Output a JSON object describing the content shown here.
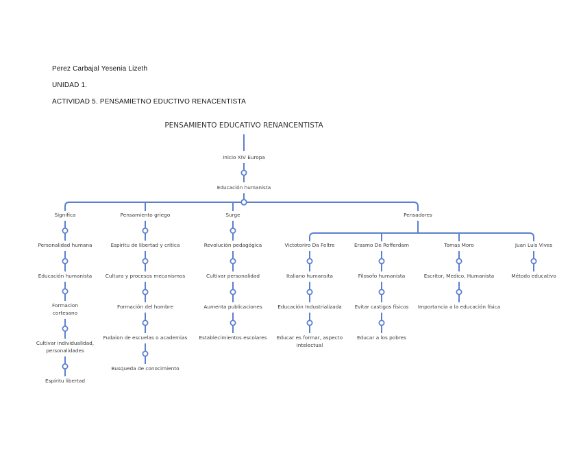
{
  "header": {
    "author": "Perez Carbajal Yesenia Lizeth",
    "unit": "UNIDAD 1.",
    "activity": "ACTIVIDAD 5. PENSAMIETNO EDUCTIVO RENACENTISTA"
  },
  "diagram": {
    "title": "PENSAMIENTO EDUCATIVO RENANCENTISTA",
    "root_chain": [
      "Inicio XIV Europa",
      "Educación humanista"
    ],
    "branches": [
      {
        "label": "Significa",
        "items": [
          "Personalidad humana",
          "Educación humanista",
          [
            "Formacion",
            "cortesano"
          ],
          [
            "Cultivar individualidad,",
            "personalidades"
          ],
          "Espíritu libertad"
        ]
      },
      {
        "label": "Pensamiento griego",
        "items": [
          "Espíritu de libertad y critica",
          "Cultura y procesos mecanismos",
          "Formación del hombre",
          "Fudaion de escuelas o academias",
          "Busqueda de conocimiento"
        ]
      },
      {
        "label": "Surge",
        "items": [
          "Revolución pedagógica",
          "Cultivar personalidad",
          "Aumenta publicaciones",
          "Establecimientos escolares"
        ]
      },
      {
        "label": "Pensadores",
        "thinkers": [
          {
            "label": "Victotoriro Da Feltre",
            "items": [
              "Italiano humansita",
              "Educación Industrializada",
              [
                "Educar es formar, aspecto",
                "intelectual"
              ]
            ]
          },
          {
            "label": "Erasmo De Rofferdam",
            "items": [
              "Filosofo humanista",
              "Evitar castigos físicos",
              "Educar a los pobres"
            ]
          },
          {
            "label": "Tomas Moro",
            "items": [
              "Escritor, Medico, Humanista",
              "Importancia a la educación física"
            ]
          },
          {
            "label": "Juan Luis Vives",
            "items": [
              "Método educativo"
            ]
          }
        ]
      }
    ]
  }
}
